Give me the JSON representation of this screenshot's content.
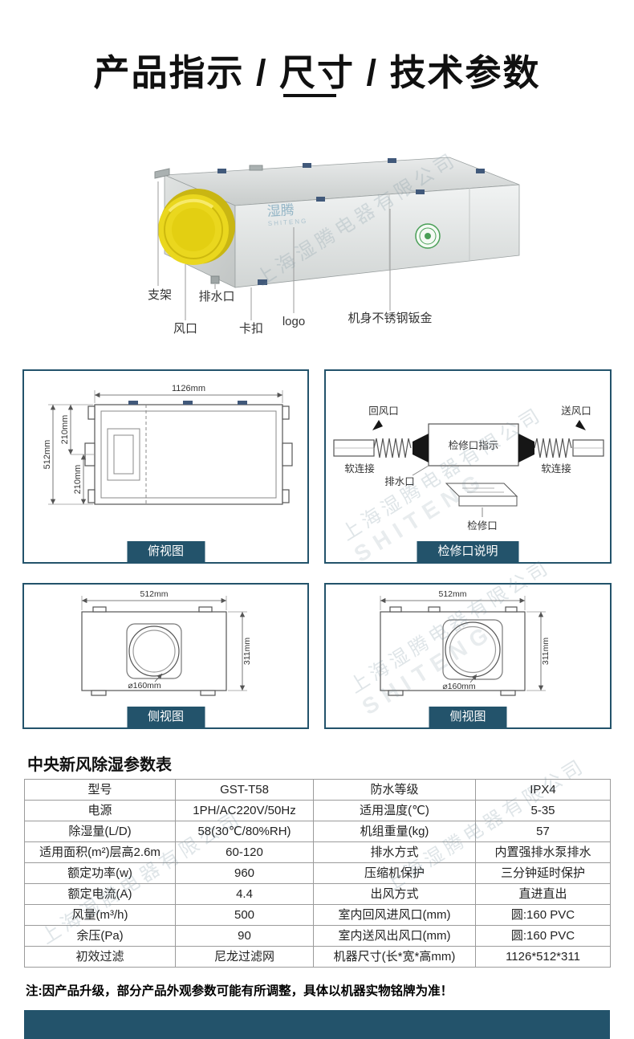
{
  "colors": {
    "accent": "#23536b",
    "duct_yellow": "#ead71e",
    "badge_green": "#4a9f57",
    "table_border": "#9b9b9b"
  },
  "title": "产品指示 / 尺寸 / 技术参数",
  "watermark": {
    "cn": "上海湿腾电器有限公司",
    "en": "SHITENG"
  },
  "product": {
    "unit_logo_cn": "湿腾",
    "unit_logo_en": "SHITENG",
    "callouts": {
      "bracket": "支架",
      "drain": "排水口",
      "air_port": "风口",
      "clip": "卡扣",
      "logo": "logo",
      "body": "机身不锈钢钣金"
    }
  },
  "panels": {
    "top_view": {
      "tab": "俯视图",
      "dim_width": "1126mm",
      "dim_height": "512mm",
      "dim_seg1": "210mm",
      "dim_seg2": "210mm"
    },
    "access": {
      "tab": "检修口说明",
      "return_air": "回风口",
      "supply_air": "送风口",
      "flex_left": "软连接",
      "flex_right": "软连接",
      "drain": "排水口",
      "indicator": "检修口指示",
      "port": "检修口"
    },
    "side_left": {
      "tab": "侧视图",
      "dim_width": "512mm",
      "dim_height": "311mm",
      "dim_dia": "⌀160mm"
    },
    "side_right": {
      "tab": "侧视图",
      "dim_width": "512mm",
      "dim_height": "311mm",
      "dim_dia": "⌀160mm"
    }
  },
  "spec": {
    "title": "中央新风除湿参数表",
    "rows": [
      [
        "型号",
        "GST-T58",
        "防水等级",
        "IPX4"
      ],
      [
        "电源",
        "1PH/AC220V/50Hz",
        "适用温度(℃)",
        "5-35"
      ],
      [
        "除湿量(L/D)",
        "58(30℃/80%RH)",
        "机组重量(kg)",
        "57"
      ],
      [
        "适用面积(m²)层高2.6m",
        "60-120",
        "排水方式",
        "内置强排水泵排水"
      ],
      [
        "额定功率(w)",
        "960",
        "压缩机保护",
        "三分钟延时保护"
      ],
      [
        "额定电流(A)",
        "4.4",
        "出风方式",
        "直进直出"
      ],
      [
        "风量(m³/h)",
        "500",
        "室内回风进风口(mm)",
        "圆:160 PVC"
      ],
      [
        "余压(Pa)",
        "90",
        "室内送风出风口(mm)",
        "圆:160 PVC"
      ],
      [
        "初效过滤",
        "尼龙过滤网",
        "机器尺寸(长*宽*高mm)",
        "1126*512*311"
      ]
    ]
  },
  "note": "注:因产品升级，部分产品外观参数可能有所调整，具体以机器实物铭牌为准！"
}
